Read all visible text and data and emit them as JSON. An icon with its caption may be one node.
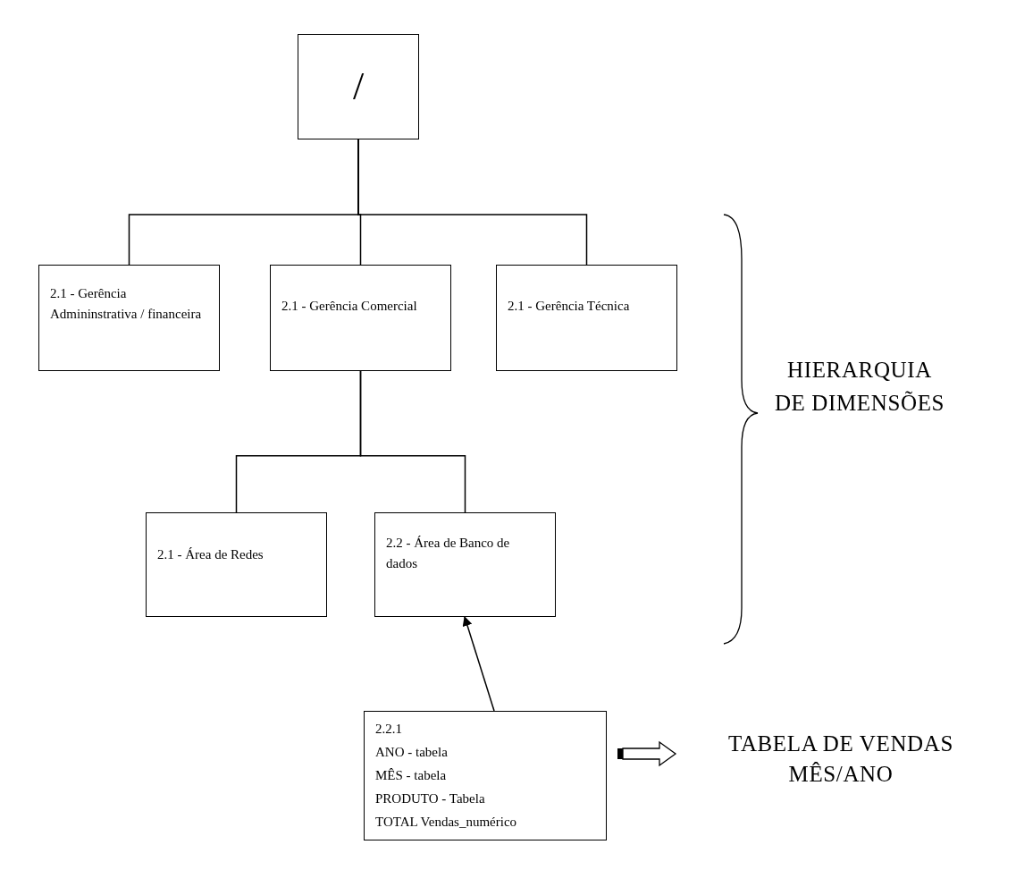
{
  "diagram": {
    "nodes": [
      {
        "text": [
          "/"
        ]
      },
      {
        "text": [
          "2.1 - Gerência Admininstrativa / financeira"
        ]
      },
      {
        "text": [
          "2.1 - Gerência Comercial"
        ]
      },
      {
        "text": [
          "2.1 - Gerência Técnica"
        ]
      },
      {
        "text": [
          "2.1 - Área de Redes"
        ]
      },
      {
        "text": [
          "2.2 - Área de Banco de dados"
        ]
      },
      {
        "text": [
          "2.2.1",
          "ANO - tabela",
          "MÊS - tabela",
          "PRODUTO - Tabela",
          "TOTAL Vendas_numérico"
        ]
      },
      {
        "text": [
          "TABELA DE VENDAS MÊS/ANO"
        ]
      }
    ],
    "edges": [
      {
        "from": 0,
        "to": 1,
        "arrow": "none"
      },
      {
        "from": 0,
        "to": 2,
        "arrow": "none"
      },
      {
        "from": 0,
        "to": 3,
        "arrow": "none"
      },
      {
        "from": 2,
        "to": 4,
        "arrow": "none"
      },
      {
        "from": 2,
        "to": 5,
        "arrow": "none"
      },
      {
        "from": 6,
        "to": 5,
        "arrow": "to"
      },
      {
        "from": 6,
        "to": 7,
        "arrow": "to",
        "style": "thick"
      }
    ],
    "labels": [
      "HIERARQUIA DE DIMENSÕES"
    ]
  }
}
